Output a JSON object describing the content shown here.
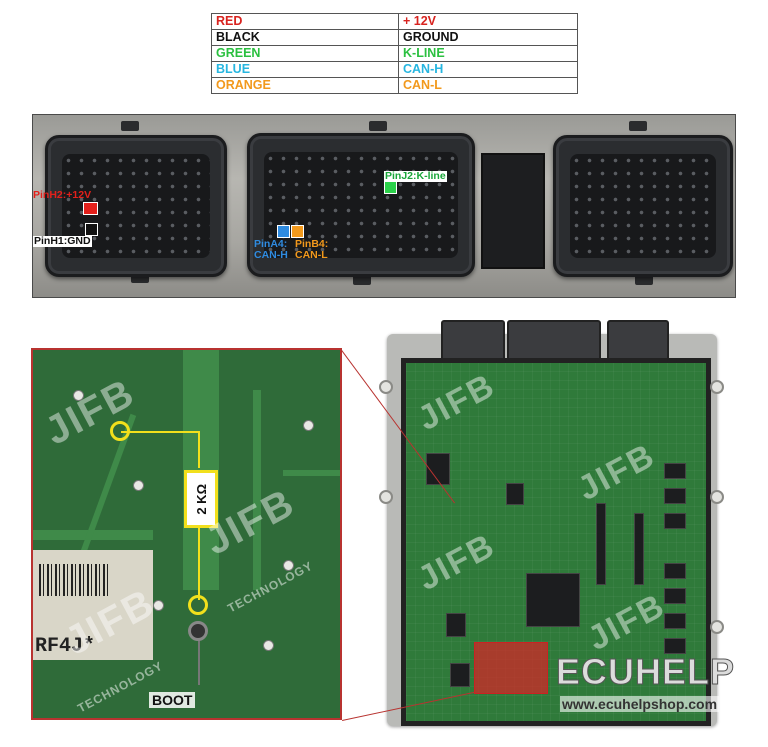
{
  "legend": {
    "rows": [
      {
        "wire": "RED",
        "signal": "+ 12V",
        "wire_color": "#d8231f",
        "signal_color": "#d8231f"
      },
      {
        "wire": "BLACK",
        "signal": "GROUND",
        "wire_color": "#111111",
        "signal_color": "#111111"
      },
      {
        "wire": "GREEN",
        "signal": "K-LINE",
        "wire_color": "#2bc040",
        "signal_color": "#2bc040"
      },
      {
        "wire": "BLUE",
        "signal": "CAN-H",
        "wire_color": "#27b6e0",
        "signal_color": "#27b6e0"
      },
      {
        "wire": "ORANGE",
        "signal": "CAN-L",
        "wire_color": "#f2991c",
        "signal_color": "#f2991c"
      }
    ]
  },
  "connector": {
    "pins": {
      "h2": {
        "label": "PinH2:+12V",
        "color": "#e3201b"
      },
      "h1": {
        "label": "PinH1:GND",
        "color": "#111111"
      },
      "j2": {
        "label": "PinJ2:K-line",
        "color": "#2bd14a"
      },
      "a4": {
        "label": "PinA4:",
        "sub": "CAN-H",
        "color": "#2f8be0"
      },
      "b4": {
        "label": "PinB4:",
        "sub": "CAN-L",
        "color": "#f2991c"
      }
    }
  },
  "zoom": {
    "resistor_label": "2 KΩ",
    "boot_label": "BOOT",
    "sticker_text": "RF4J*"
  },
  "ecu": {
    "brand": "ECUHELP",
    "url": "www.ecuhelpshop.com"
  },
  "watermark": {
    "logo": "JIFB",
    "sub": "TECHNOLOGY"
  }
}
